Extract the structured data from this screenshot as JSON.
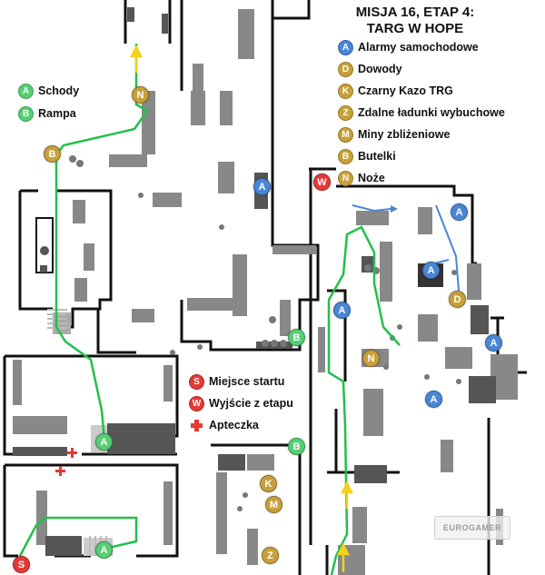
{
  "title": {
    "line1": "MISJA 16, ETAP 4:",
    "line2": "TARG W HOPE"
  },
  "colors": {
    "blue": "#4a86d6",
    "gold": "#c8a03a",
    "green": "#56cf74",
    "red": "#e53935",
    "route": "#22c04a",
    "yellow_route": "#f2d21b",
    "blue_route": "#4a86d6"
  },
  "legend_items": [
    {
      "letter": "A",
      "color": "#4a86d6",
      "label": "Alarmy samochodowe"
    },
    {
      "letter": "D",
      "color": "#c8a03a",
      "label": "Dowody"
    },
    {
      "letter": "K",
      "color": "#c8a03a",
      "label": "Czarny Kazo TRG"
    },
    {
      "letter": "Z",
      "color": "#c8a03a",
      "label": "Zdalne ładunki wybuchowe"
    },
    {
      "letter": "M",
      "color": "#c8a03a",
      "label": "Miny zbliżeniowe"
    },
    {
      "letter": "B",
      "color": "#c8a03a",
      "label": "Butelki"
    },
    {
      "letter": "N",
      "color": "#c8a03a",
      "label": "Noże"
    }
  ],
  "left_legend": [
    {
      "letter": "A",
      "color": "#56cf74",
      "label": "Schody"
    },
    {
      "letter": "B",
      "color": "#56cf74",
      "label": "Rampa"
    }
  ],
  "bottom_legend": [
    {
      "letter": "S",
      "color": "#e53935",
      "label": "Miejsce startu"
    },
    {
      "letter": "W",
      "color": "#e53935",
      "label": "Wyjście z etapu"
    },
    {
      "icon": "medkit-icon",
      "label": "Apteczka"
    }
  ],
  "watermark": "EUROGAMER",
  "markers": [
    {
      "letter": "A",
      "color": "#4a86d6"
    },
    {
      "letter": "A",
      "color": "#4a86d6"
    },
    {
      "letter": "A",
      "color": "#4a86d6"
    },
    {
      "letter": "A",
      "color": "#4a86d6"
    },
    {
      "letter": "A",
      "color": "#4a86d6"
    },
    {
      "letter": "A",
      "color": "#4a86d6"
    },
    {
      "letter": "D",
      "color": "#c8a03a"
    },
    {
      "letter": "N",
      "color": "#c8a03a"
    },
    {
      "letter": "N",
      "color": "#c8a03a"
    },
    {
      "letter": "B",
      "color": "#c8a03a"
    },
    {
      "letter": "K",
      "color": "#c8a03a"
    },
    {
      "letter": "M",
      "color": "#c8a03a"
    },
    {
      "letter": "Z",
      "color": "#c8a03a"
    },
    {
      "letter": "W",
      "color": "#e53935"
    },
    {
      "letter": "S",
      "color": "#e53935"
    },
    {
      "letter": "B",
      "color": "#56cf74"
    },
    {
      "letter": "B",
      "color": "#56cf74"
    },
    {
      "letter": "A",
      "color": "#56cf74"
    },
    {
      "letter": "A",
      "color": "#56cf74"
    }
  ]
}
